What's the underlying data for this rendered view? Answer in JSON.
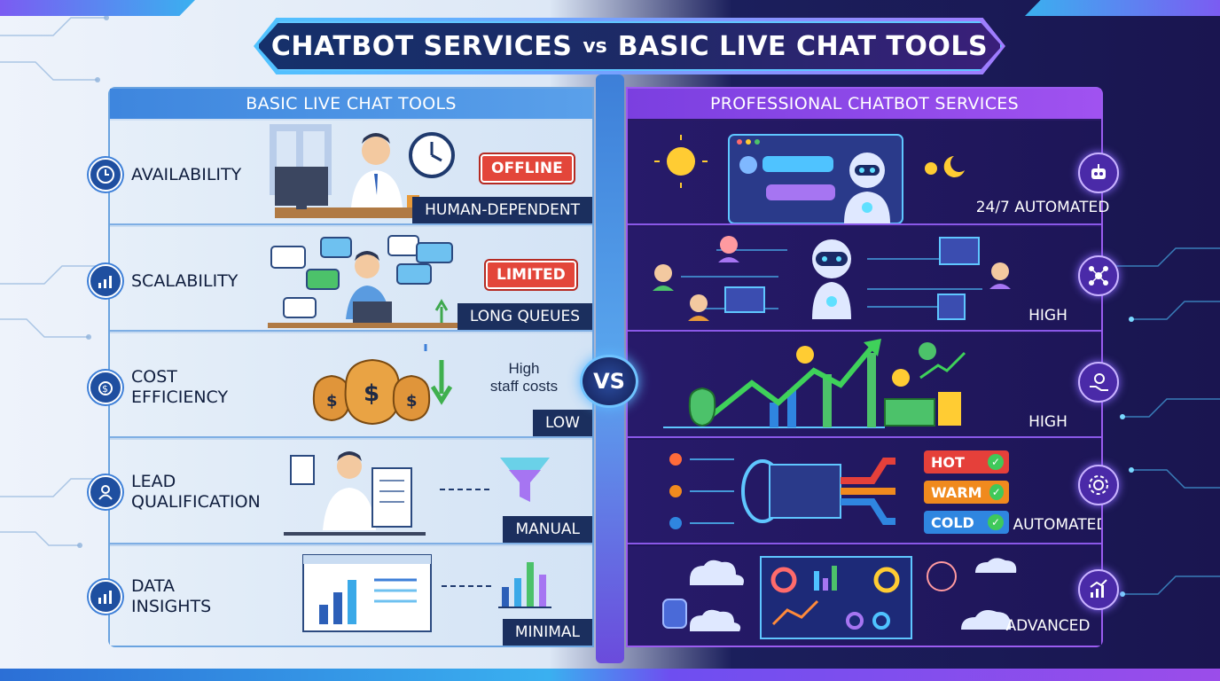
{
  "title": {
    "left": "CHATBOT SERVICES",
    "vs": "vs",
    "right": "BASIC LIVE CHAT TOOLS"
  },
  "left_panel": {
    "header": "BASIC LIVE CHAT TOOLS"
  },
  "right_panel": {
    "header": "PROFESSIONAL CHATBOT SERVICES"
  },
  "vs_badge": "VS",
  "rows": [
    {
      "category": "AVAILABILITY",
      "left_sign": "OFFLINE",
      "left_tag": "HUMAN-DEPENDENT",
      "right_value": "24/7 AUTOMATED"
    },
    {
      "category": "SCALABILITY",
      "left_sign": "LIMITED",
      "left_tag": "LONG QUEUES",
      "right_value": "HIGH"
    },
    {
      "category_line1": "COST",
      "category_line2": "EFFICIENCY",
      "left_note_line1": "High",
      "left_note_line2": "staff costs",
      "left_tag": "LOW",
      "right_value": "HIGH"
    },
    {
      "category_line1": "LEAD",
      "category_line2": "QUALIFICATION",
      "left_tag": "MANUAL",
      "right_value": "AUTOMATED",
      "leads": [
        {
          "label": "HOT",
          "color": "#e5403a"
        },
        {
          "label": "WARM",
          "color": "#f08a1e"
        },
        {
          "label": "COLD",
          "color": "#2f86e0"
        }
      ]
    },
    {
      "category_line1": "DATA",
      "category_line2": "INSIGHTS",
      "left_tag": "MINIMAL",
      "right_value": "ADVANCED"
    }
  ],
  "icons": {
    "availability": "clock-icon",
    "scalability": "chart-icon",
    "cost": "money-bags-icon",
    "lead": "user-icon",
    "data": "bar-chart-icon",
    "right_availability": "robot-icon",
    "right_scalability": "network-icon",
    "right_cost": "hand-coin-icon",
    "right_lead": "gear-icon",
    "right_data": "growth-chart-icon"
  }
}
